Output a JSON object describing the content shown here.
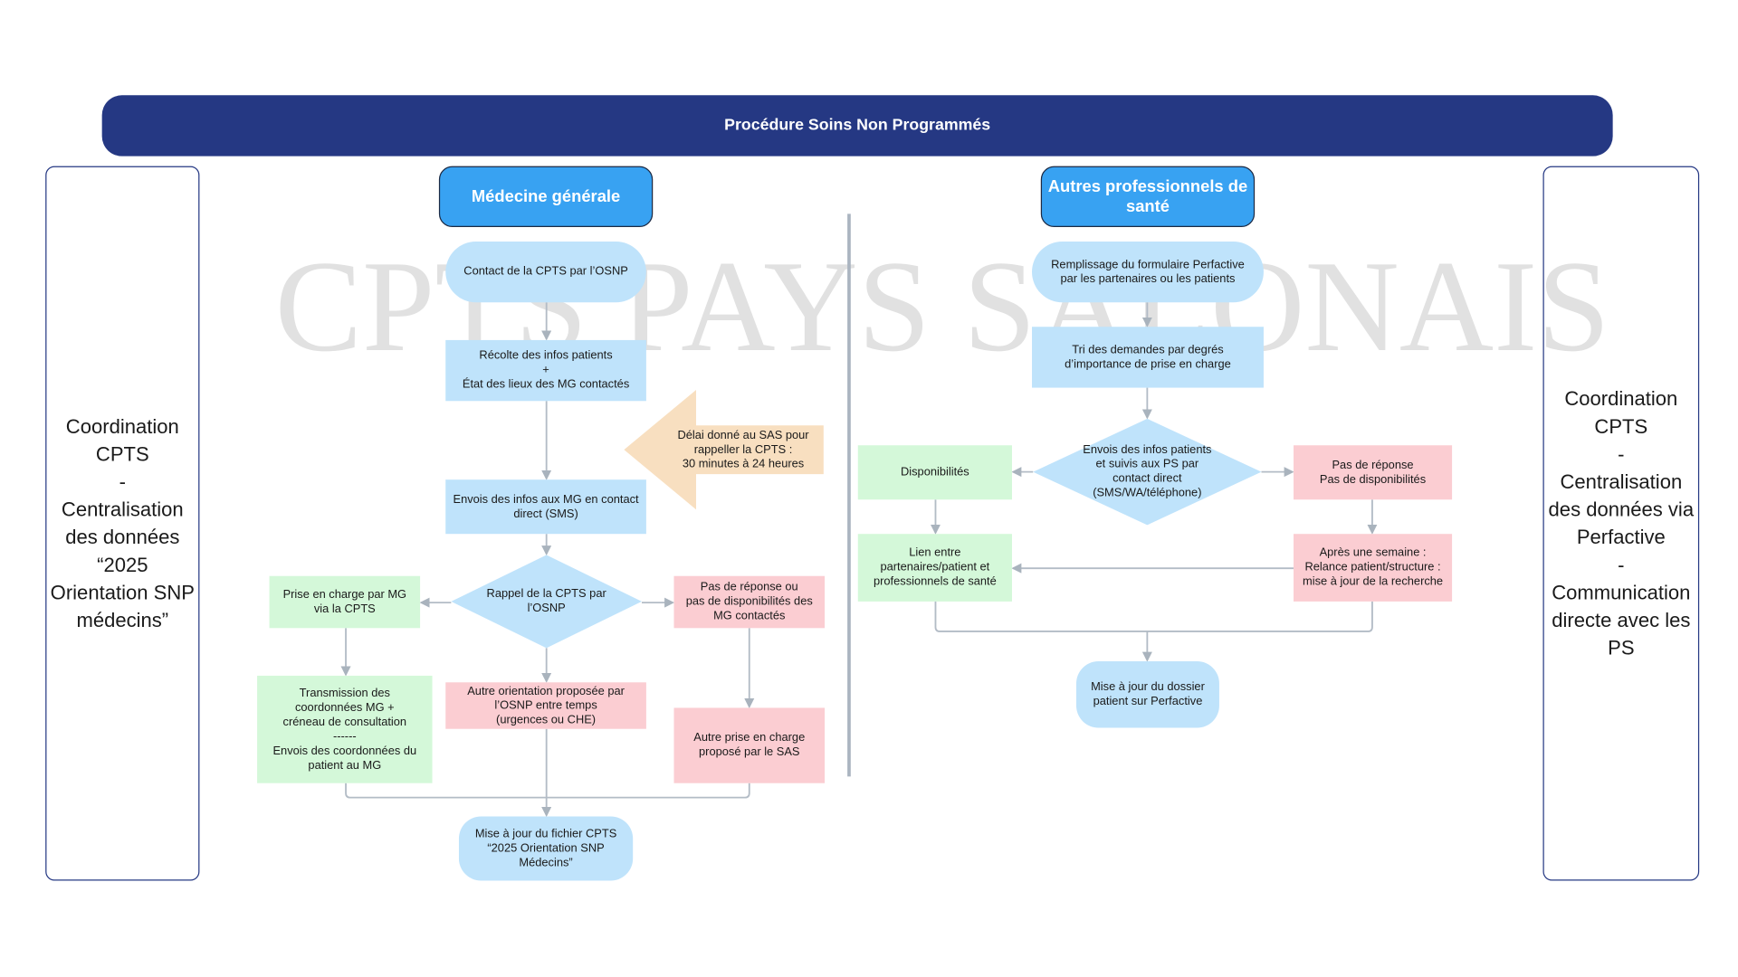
{
  "title": "Procédure Soins Non Programmés",
  "watermark": "CPTS PAYS SALONAIS",
  "left_panel": "Coordination\nCPTS\n-\nCentralisation des données “2025 Orientation SNP médecins”",
  "right_panel": "Coordination\nCPTS\n-\nCentralisation des données via Perfactive\n-\nCommunication directe avec les PS",
  "mg": {
    "header": "Médecine générale",
    "contact": "Contact de la CPTS par l’OSNP",
    "recolte": "Récolte des infos patients\n+\nÉtat des lieux des MG contactés",
    "delai": "Délai donné au SAS pour\nrappeller la CPTS :\n30 minutes à 24 heures",
    "envois": "Envois des infos aux MG en contact\ndirect (SMS)",
    "rappel": "Rappel de la CPTS par\nl’OSNP",
    "prise": "Prise en charge par MG\nvia la CPTS",
    "pas_reponse": "Pas de réponse ou\npas de disponibilités des\nMG contactés",
    "transmission": "Transmission des\ncoordonnées MG +\ncréneau de consultation\n------\nEnvois des coordonnées du\npatient au MG",
    "autre_orientation": "Autre orientation proposée par\nl’OSNP entre temps\n(urgences ou CHE)",
    "autre_prise": "Autre prise en charge\nproposé par le SAS",
    "mise_a_jour": "Mise à jour du fichier CPTS\n“2025 Orientation SNP\nMédecins”"
  },
  "aps": {
    "header": "Autres professionnels de santé",
    "remplissage": "Remplissage du formulaire Perfactive\npar les partenaires ou les patients",
    "tri": "Tri des demandes par degrés\nd’importance de prise en charge",
    "envois": "Envois des infos patients\net suivis aux PS par\ncontact direct\n(SMS/WA/téléphone)",
    "disponibilites": "Disponibilités",
    "pas_reponse": "Pas de réponse\nPas de disponibilités",
    "lien": "Lien entre\npartenaires/patient et\nprofessionnels de santé",
    "apres": "Après une semaine :\nRelance patient/structure :\nmise à jour de la recherche",
    "mise_a_jour": "Mise à jour du dossier\npatient sur Perfactive"
  },
  "colors": {
    "title_bg": "#253883",
    "header_bg": "#38a2f2",
    "blue": "#bfe3fb",
    "green": "#d4f8d9",
    "pink": "#fbcdd2",
    "orange": "#f8dfc0"
  }
}
